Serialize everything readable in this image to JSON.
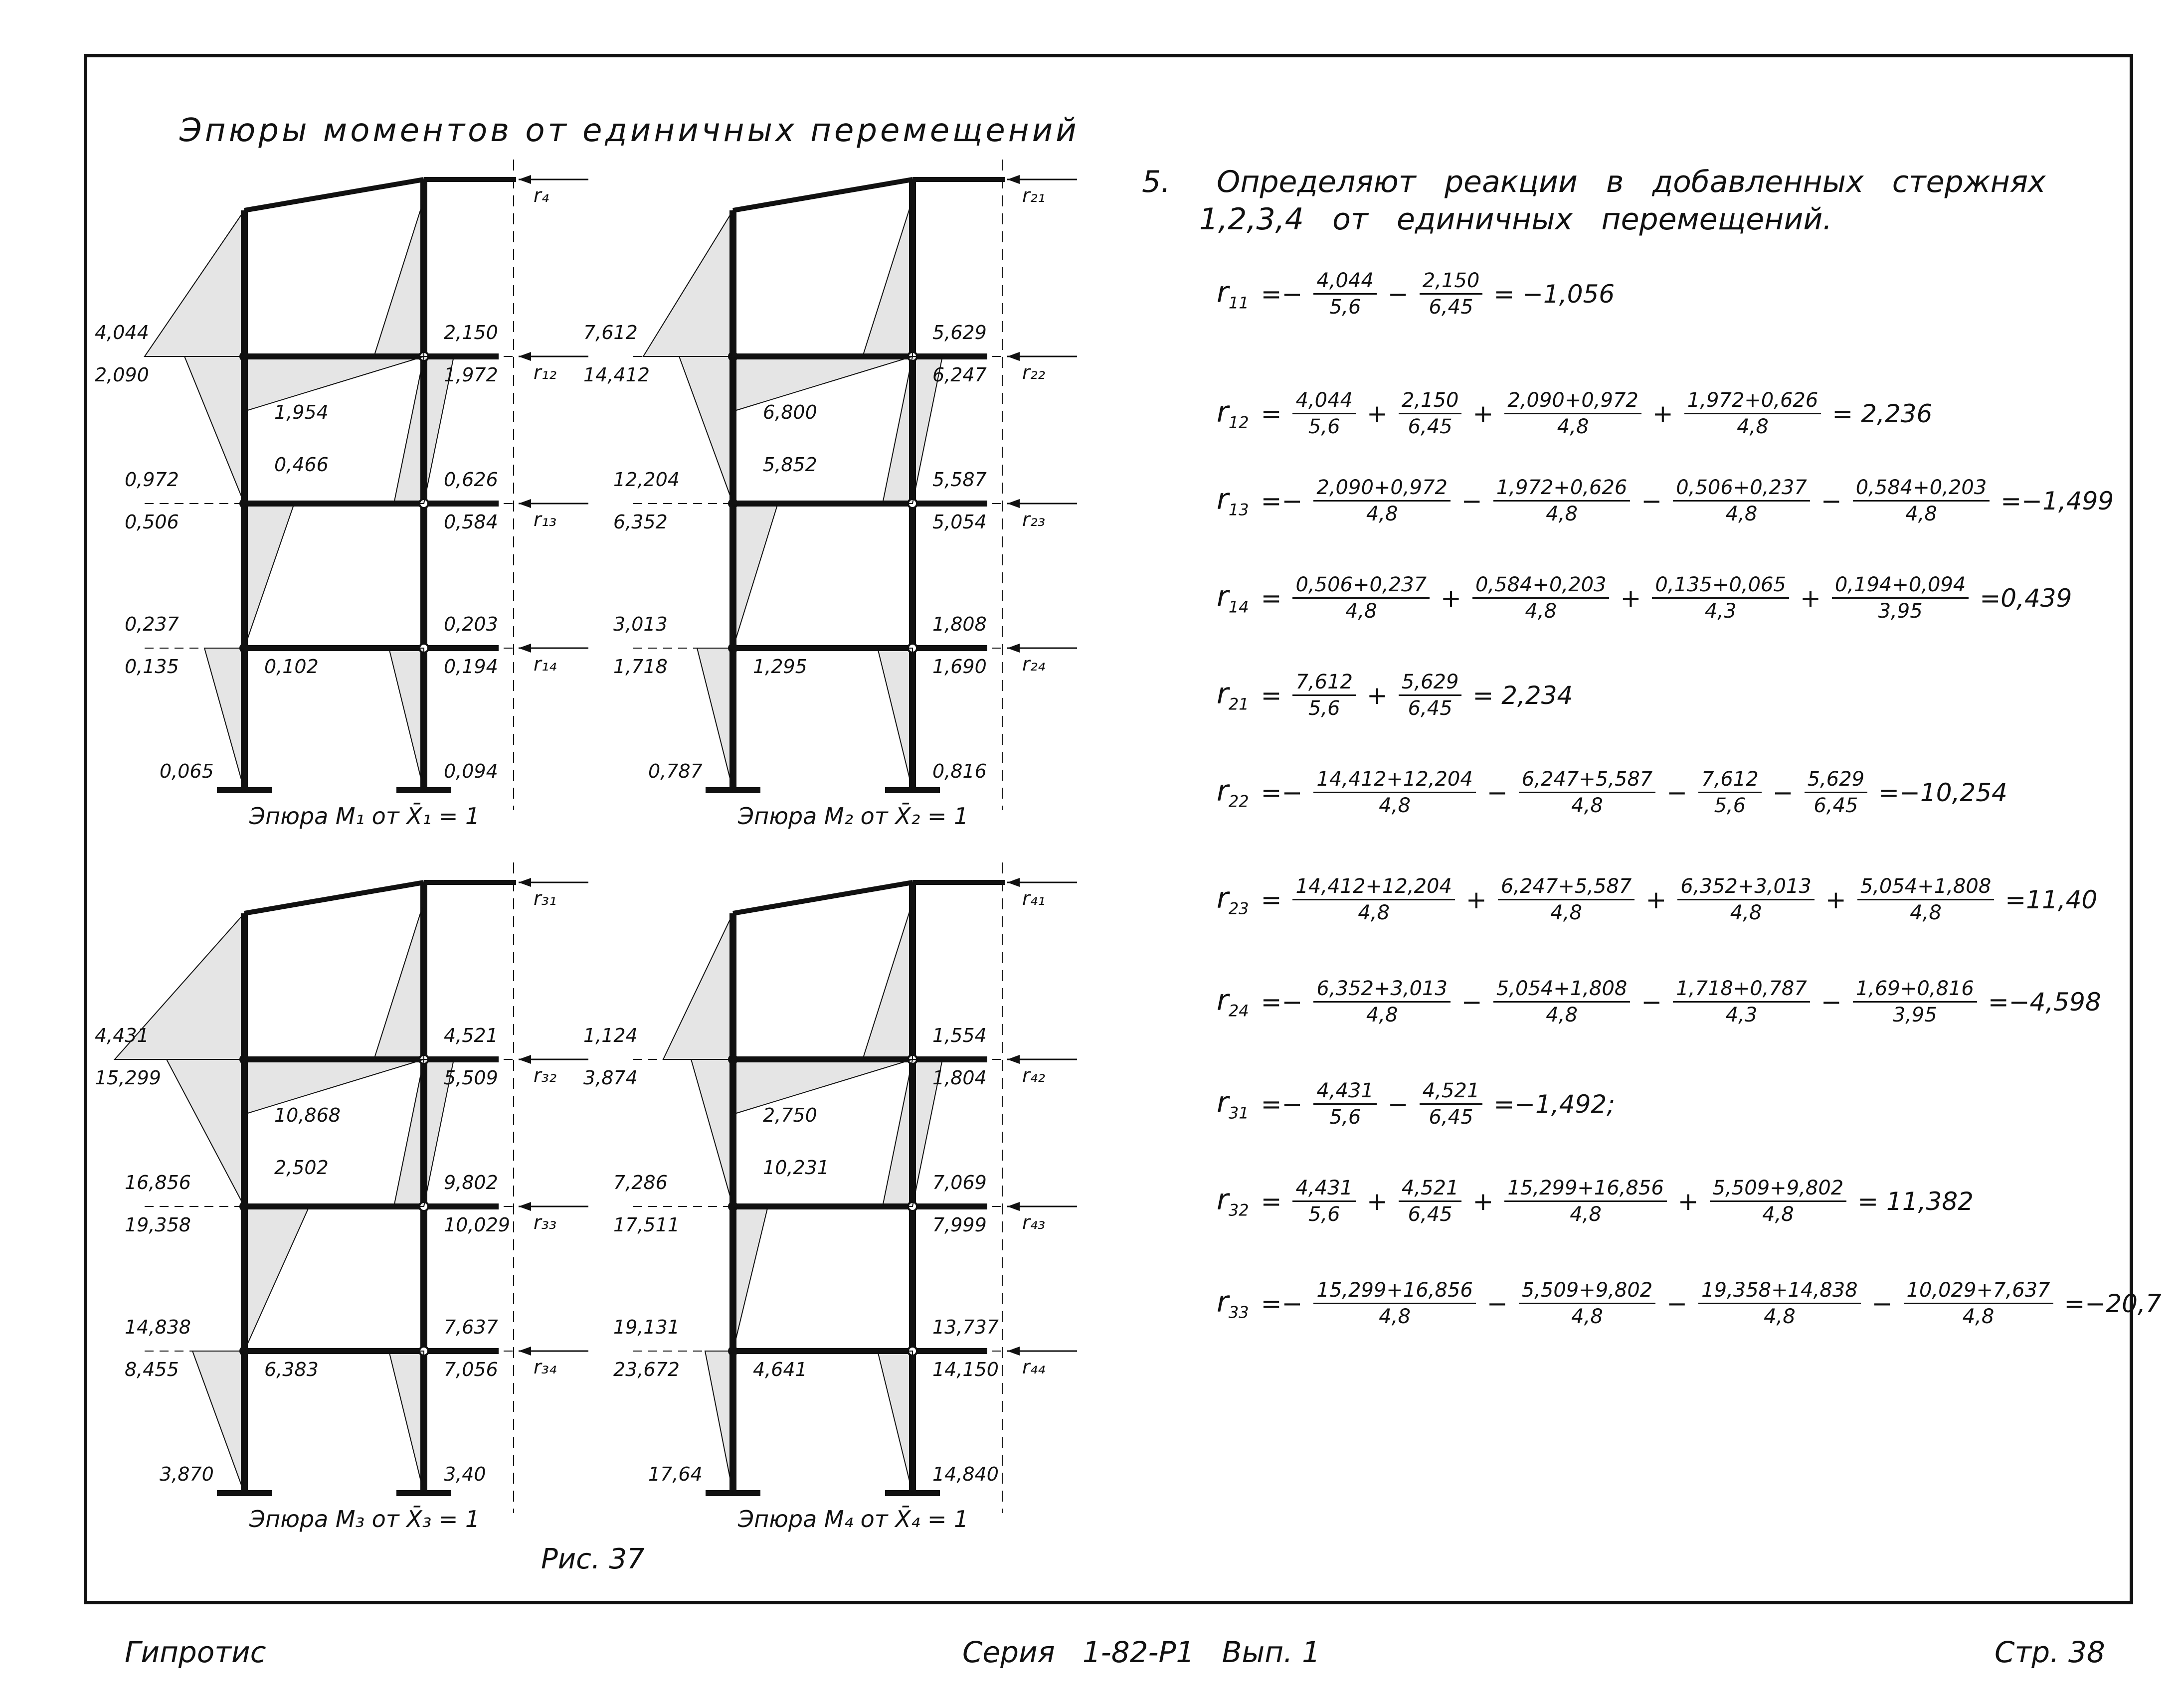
{
  "title": "Эпюры моментов от единичных перемещений",
  "diagrams": [
    {
      "caption": "Эпюра M₁ от X̄₁ = 1",
      "r_labels": [
        "r₄",
        "r₁₂",
        "r₁₃",
        "r₁₄"
      ],
      "values": {
        "a": "4,044",
        "b": "2,090",
        "c": "2,150",
        "d": "1,972",
        "e": "1,954",
        "f": "0,972",
        "g": "0,506",
        "h": "0,466",
        "i": "0,626",
        "j": "0,584",
        "k": "0,237",
        "l": "0,135",
        "m": "0,102",
        "n": "0,203",
        "o": "0,194",
        "p": "0,065",
        "q": "0,094"
      }
    },
    {
      "caption": "Эпюра M₂ от X̄₂ = 1",
      "r_labels": [
        "r₂₁",
        "r₂₂",
        "r₂₃",
        "r₂₄"
      ],
      "values": {
        "a": "7,612",
        "b": "14,412",
        "c": "5,629",
        "d": "6,247",
        "e": "6,800",
        "f": "12,204",
        "g": "6,352",
        "h": "5,852",
        "i": "5,587",
        "j": "5,054",
        "k": "3,013",
        "l": "1,718",
        "m": "1,295",
        "n": "1,808",
        "o": "1,690",
        "p": "0,787",
        "q": "0,816"
      }
    },
    {
      "caption": "Эпюра M₃ от X̄₃ = 1",
      "r_labels": [
        "r₃₁",
        "r₃₂",
        "r₃₃",
        "r₃₄"
      ],
      "values": {
        "a": "4,431",
        "b": "15,299",
        "c": "4,521",
        "d": "5,509",
        "e": "10,868",
        "f": "16,856",
        "g": "19,358",
        "h": "2,502",
        "i": "9,802",
        "j": "10,029",
        "k": "14,838",
        "l": "8,455",
        "m": "6,383",
        "n": "7,637",
        "o": "7,056",
        "p": "3,870",
        "q": "3,40"
      }
    },
    {
      "caption": "Эпюра M₄ от X̄₄ = 1",
      "r_labels": [
        "r₄₁",
        "r₄₂",
        "r₄₃",
        "r₄₄"
      ],
      "values": {
        "a": "1,124",
        "b": "3,874",
        "c": "1,554",
        "d": "1,804",
        "e": "2,750",
        "f": "7,286",
        "g": "17,511",
        "h": "10,231",
        "i": "7,069",
        "j": "7,999",
        "k": "19,131",
        "l": "23,672",
        "m": "4,641",
        "n": "13,737",
        "o": "14,150",
        "p": "17,64",
        "q": "14,840"
      }
    }
  ],
  "figure_label": "Рис. 37",
  "section": {
    "number": "5.",
    "line1": "Определяют   реакции   в   добавленных   стержнях",
    "line2": "1,2,3,4   от   единичных   перемещений."
  },
  "equations": {
    "r11": {
      "lhs": "r",
      "sub": "11",
      "parts": [
        "=−",
        "4,044|5,6",
        "−",
        "2,150|6,45"
      ],
      "result": "= −1,056"
    },
    "r12": {
      "lhs": "r",
      "sub": "12",
      "parts": [
        "=",
        "4,044|5,6",
        "+",
        "2,150|6,45",
        "+",
        "2,090+0,972|4,8",
        "+",
        "1,972+0,626|4,8"
      ],
      "result": "= 2,236"
    },
    "r13": {
      "lhs": "r",
      "sub": "13",
      "parts": [
        "=−",
        "2,090+0,972|4,8",
        "−",
        "1,972+0,626|4,8",
        "−",
        "0,506+0,237|4,8",
        "−",
        "0,584+0,203|4,8"
      ],
      "result": "=−1,499"
    },
    "r14": {
      "lhs": "r",
      "sub": "14",
      "parts": [
        "=",
        "0,506+0,237|4,8",
        "+",
        "0,584+0,203|4,8",
        "+",
        "0,135+0,065|4,3",
        "+",
        "0,194+0,094|3,95"
      ],
      "result": "=0,439"
    },
    "r21": {
      "lhs": "r",
      "sub": "21",
      "parts": [
        "=",
        "7,612|5,6",
        "+",
        "5,629|6,45"
      ],
      "result": "= 2,234"
    },
    "r22": {
      "lhs": "r",
      "sub": "22",
      "parts": [
        "=−",
        "14,412+12,204|4,8",
        "−",
        "6,247+5,587|4,8",
        "−",
        "7,612|5,6",
        "−",
        "5,629|6,45"
      ],
      "result": "=−10,254"
    },
    "r23": {
      "lhs": "r",
      "sub": "23",
      "parts": [
        "=",
        "14,412+12,204|4,8",
        "+",
        "6,247+5,587|4,8",
        "+",
        "6,352+3,013|4,8",
        "+",
        "5,054+1,808|4,8"
      ],
      "result": "=11,40"
    },
    "r24": {
      "lhs": "r",
      "sub": "24",
      "parts": [
        "=−",
        "6,352+3,013|4,8",
        "−",
        "5,054+1,808|4,8",
        "−",
        "1,718+0,787|4,3",
        "−",
        "1,69+0,816|3,95"
      ],
      "result": "=−4,598"
    },
    "r31": {
      "lhs": "r",
      "sub": "31",
      "parts": [
        "=−",
        "4,431|5,6",
        "−",
        "4,521|6,45"
      ],
      "result": "=−1,492;"
    },
    "r32": {
      "lhs": "r",
      "sub": "32",
      "parts": [
        "=",
        "4,431|5,6",
        "+",
        "4,521|6,45",
        "+",
        "15,299+16,856|4,8",
        "+",
        "5,509+9,802|4,8"
      ],
      "result": "= 11,382"
    },
    "r33": {
      "lhs": "r",
      "sub": "33",
      "parts": [
        "=−",
        "15,299+16,856|4,8",
        "−",
        "5,509+9,802|4,8",
        "−",
        "19,358+14,838|4,8",
        "−",
        "10,029+7,637|4,8"
      ],
      "result": "=−20,7"
    }
  },
  "footer": {
    "left": "Гипротис",
    "center": "Серия   1-82-Р1   Вып. 1",
    "right": "Стр. 38"
  }
}
